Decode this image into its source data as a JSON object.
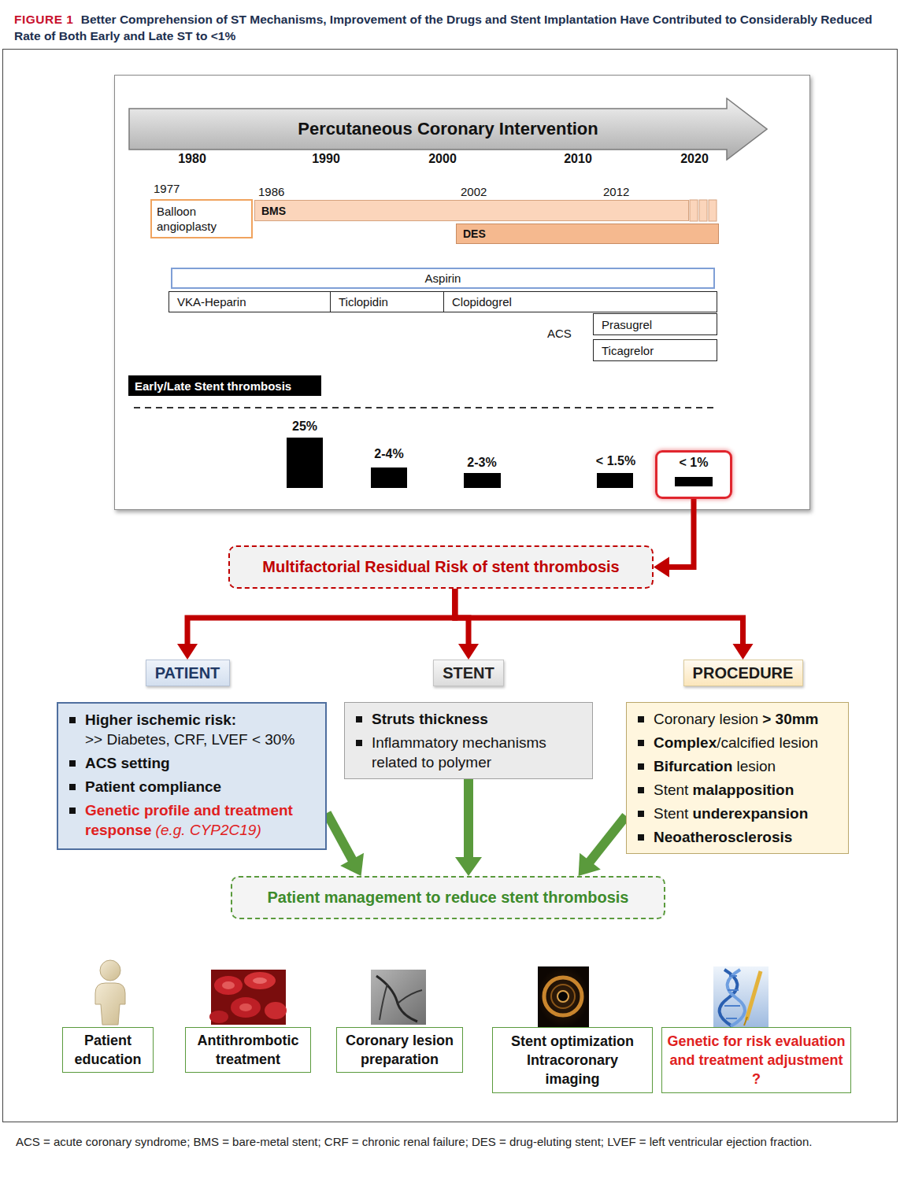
{
  "diagram": {
    "title": "Better Comprehension of ST Mechanisms, Improvement of the Drugs and Stent Implantation Have Contributed to Considerably Reduced Rate of Both Early and Late ST to <1%",
    "caption": "ACS = acute coronary syndrome; BMS = bare-metal stent; CRF = chronic renal failure; DES = drug-eluting stent; LVEF = left ventricular ejection fraction.",
    "nodes": [
      {
        "text": [
          "Percutaneous Coronary Intervention"
        ]
      },
      {
        "text": [
          "Balloon angioplasty"
        ]
      },
      {
        "text": [
          "BMS"
        ]
      },
      {
        "text": [
          "DES"
        ]
      },
      {
        "text": [
          "Aspirin"
        ]
      },
      {
        "text": [
          "VKA-Heparin"
        ]
      },
      {
        "text": [
          "Ticlopidin"
        ]
      },
      {
        "text": [
          "Clopidogrel"
        ]
      },
      {
        "text": [
          "Prasugrel"
        ]
      },
      {
        "text": [
          "Ticagrelor"
        ]
      },
      {
        "text": [
          "Early/Late Stent thrombosis"
        ]
      },
      {
        "text": [
          "< 1%"
        ]
      },
      {
        "text": [
          "Multifactorial Residual Risk of stent thrombosis"
        ]
      },
      {
        "text": [
          "PATIENT"
        ]
      },
      {
        "text": [
          "STENT"
        ]
      },
      {
        "text": [
          "PROCEDURE"
        ]
      },
      {
        "text": [
          "Higher ischemic risk:",
          ">> Diabetes, CRF, LVEF < 30%",
          "ACS setting",
          "Patient compliance",
          "Genetic profile and treatment response",
          "(e.g. CYP2C19)"
        ]
      },
      {
        "text": [
          "Struts thickness",
          "Inflammatory mechanisms related to polymer"
        ]
      },
      {
        "text": [
          "Coronary lesion",
          "> 30mm",
          "Complex",
          "/calcified lesion",
          "Bifurcation",
          "lesion",
          "Stent",
          "malapposition",
          "Stent",
          "underexpansion",
          "Neoatherosclerosis"
        ]
      },
      {
        "text": [
          "Patient management to reduce stent thrombosis"
        ]
      },
      {
        "text": [
          "Patient education"
        ]
      },
      {
        "text": [
          "Antithrombotic treatment"
        ]
      },
      {
        "text": [
          "Coronary lesion preparation"
        ]
      },
      {
        "text": [
          "Stent optimization Intracoronary imaging"
        ]
      },
      {
        "text": [
          "Genetic for risk evaluation and treatment adjustment ?"
        ]
      }
    ],
    "edges": [
      {
        "from": 11,
        "to": 12,
        "arrow": "to"
      },
      {
        "from": 12,
        "to": 13,
        "arrow": "to"
      },
      {
        "from": 12,
        "to": 14,
        "arrow": "to"
      },
      {
        "from": 12,
        "to": 15,
        "arrow": "to"
      },
      {
        "from": 16,
        "to": 19,
        "arrow": "to"
      },
      {
        "from": 17,
        "to": 19,
        "arrow": "to"
      },
      {
        "from": 18,
        "to": 19,
        "arrow": "to"
      }
    ],
    "labels": [
      "FIGURE 1",
      "1980",
      "1990",
      "2000",
      "2010",
      "2020",
      "1977",
      "1986",
      "2002",
      "2012",
      "ACS",
      "25%",
      "2-4%",
      "2-3%",
      "< 1.5%"
    ]
  }
}
